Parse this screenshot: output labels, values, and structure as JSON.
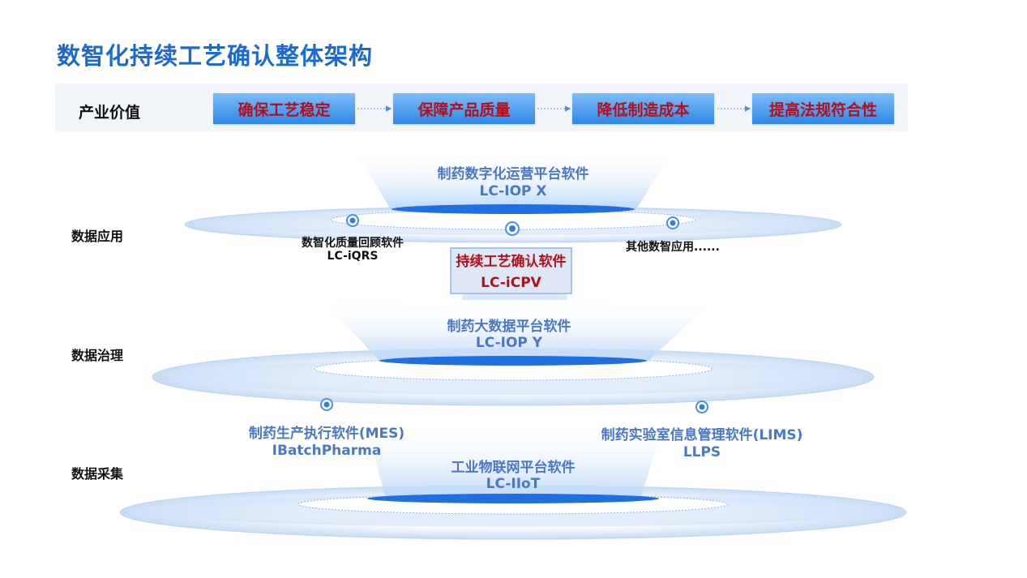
{
  "title": "数智化持续工艺确认整体架构",
  "value_row": {
    "label": "产业价值",
    "items": [
      "确保工艺稳定",
      "保障产品质量",
      "降低制造成本",
      "提高法规符合性"
    ]
  },
  "layers": {
    "application": {
      "label": "数据应用",
      "platform_name": "制药数字化运营平台软件",
      "platform_code": "LC-IOP X",
      "left_name": "数智化质量回顾软件",
      "left_code": "LC-iQRS",
      "right_name": "其他数智应用......",
      "highlight_name": "持续工艺确认软件",
      "highlight_code": "LC-iCPV"
    },
    "governance": {
      "label": "数据治理",
      "platform_name": "制药大数据平台软件",
      "platform_code": "LC-IOP Y"
    },
    "collection": {
      "label": "数据采集",
      "left_name": "制药生产执行软件(MES)",
      "left_code": "IBatchPharma",
      "right_name": "制药实验室信息管理软件(LIMS)",
      "right_code": "LLPS",
      "platform_name": "工业物联网平台软件",
      "platform_code": "LC-IIoT"
    }
  },
  "colors": {
    "title": "#1b6ad0",
    "accent_red": "#b3101c",
    "platform_text": "#4a78c4"
  }
}
